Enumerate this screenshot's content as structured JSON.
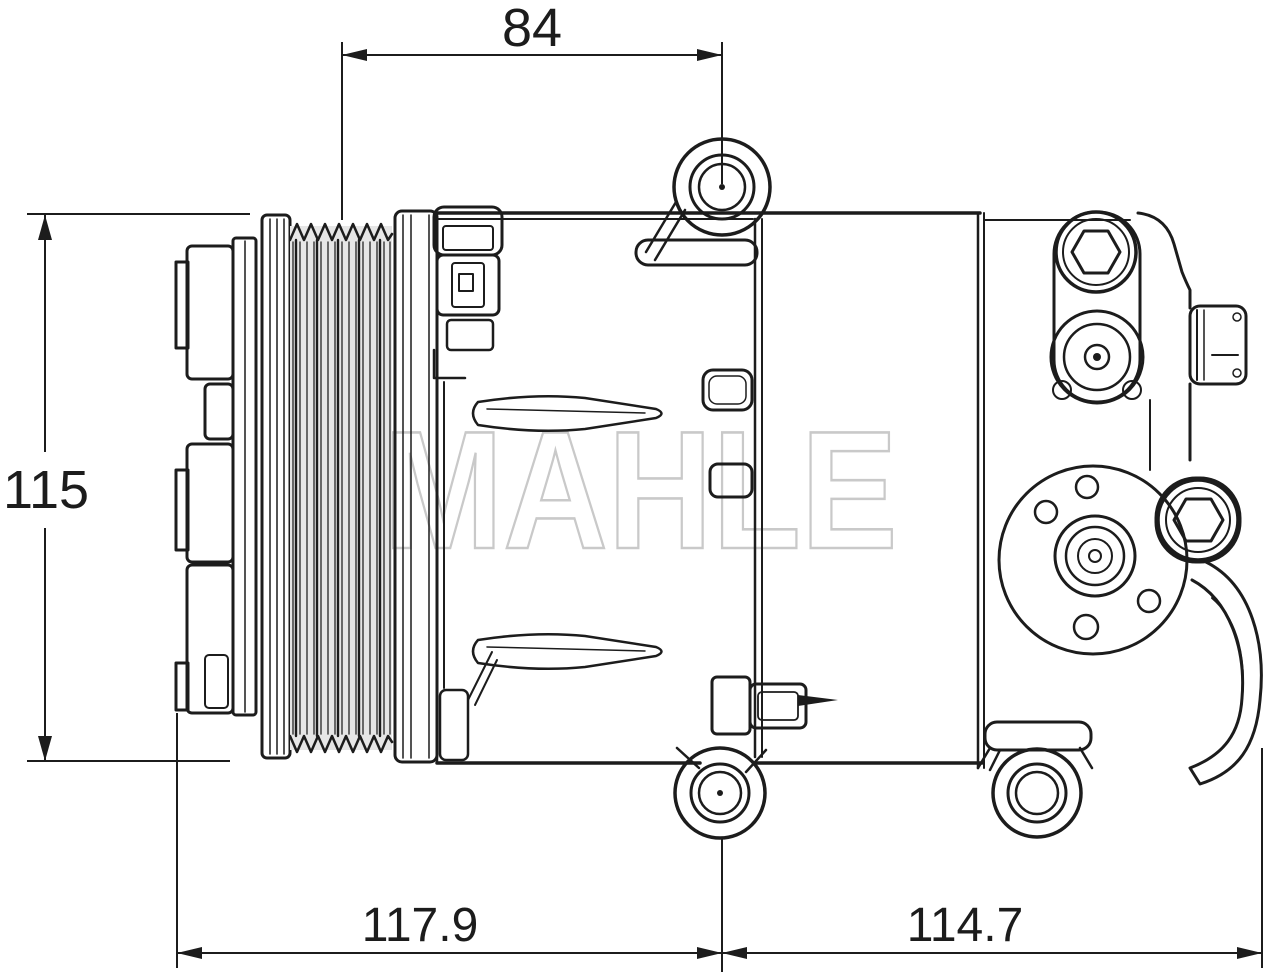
{
  "drawing": {
    "watermark_text": "MAHLE",
    "line_color": "#1c1c1c",
    "watermark_color": "#c9c9c9",
    "background_color": "#ffffff",
    "dimensions": {
      "top_width": {
        "value": "84"
      },
      "left_height": {
        "value": "115"
      },
      "bottom_left_width": {
        "value": "117.9"
      },
      "bottom_right_width": {
        "value": "114.7"
      }
    }
  }
}
